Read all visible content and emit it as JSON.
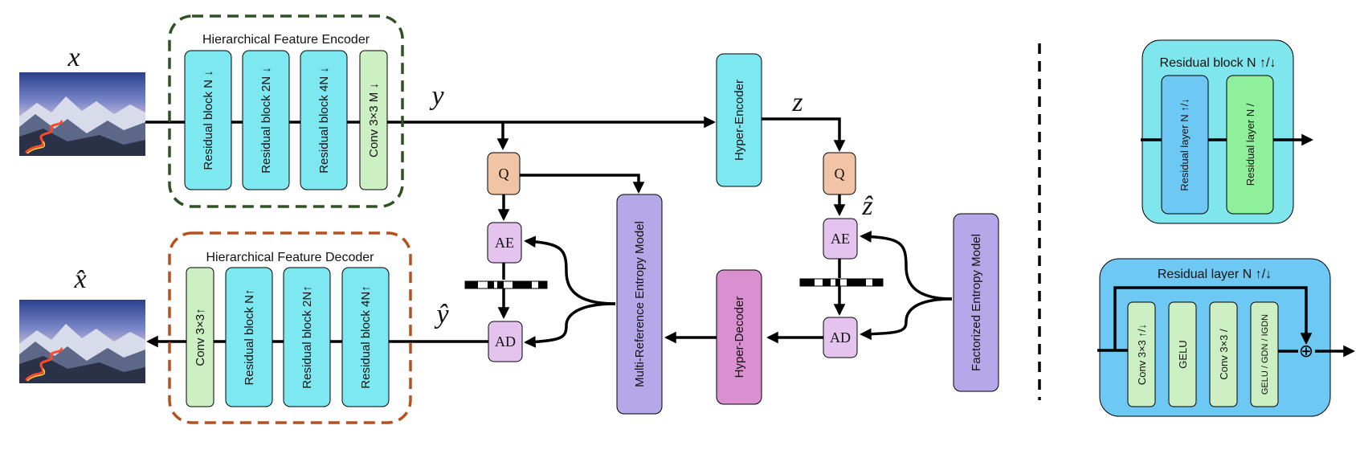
{
  "encoder": {
    "title": "Hierarchical Feature Encoder",
    "blocks": [
      "Residual block N ↓",
      "Residual block 2N ↓",
      "Residual block 4N ↓",
      "Conv 3×3 M ↓"
    ]
  },
  "decoder": {
    "title": "Hierarchical Feature Decoder",
    "blocks": [
      "Conv 3×3↑",
      "Residual block N↑",
      "Residual block 2N↑",
      "Residual block 4N↑"
    ]
  },
  "symbols": {
    "x": "x",
    "x_hat": "x̂",
    "y": "y",
    "y_hat": "ŷ",
    "z": "z",
    "z_hat": "ẑ"
  },
  "modules": {
    "q": "Q",
    "ae": "AE",
    "ad": "AD",
    "hyper_encoder": "Hyper-Encoder",
    "hyper_decoder": "Hyper-Decoder",
    "multi_ref": "Multi-Reference Entropy Model",
    "factorized": "Factorized Entropy Model"
  },
  "residual_block_detail": {
    "title": "Residual block N ↑/↓",
    "layers": [
      "Residual layer N ↑/↓",
      "Residual layer N /"
    ]
  },
  "residual_layer_detail": {
    "title": "Residual layer N ↑/↓",
    "layers": [
      "Conv 3×3 ↑/↓",
      "GELU",
      "Conv 3×3 /",
      "GELU / GDN / IGDN"
    ],
    "sum_symbol": "⊕"
  },
  "colors": {
    "cyan_block": "#7EE8F0",
    "green_block": "#CDEFC4",
    "q_box": "#F0C4A4",
    "ae_ad_box": "#E4C4EE",
    "entropy_box": "#B4A8E8",
    "hyper_decoder_box": "#DA8FD0",
    "encoder_border": "#2F5224",
    "decoder_border": "#B5511F",
    "resblock_panel": "#80E6EE",
    "reslayer_panel": "#6EC8F4"
  }
}
